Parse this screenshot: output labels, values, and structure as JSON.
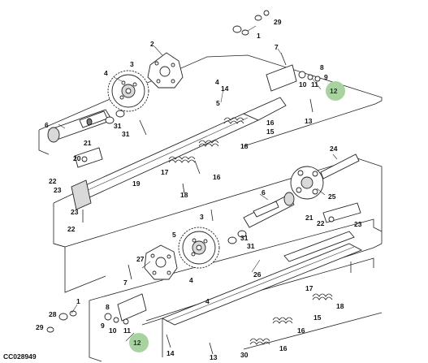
{
  "figure_id": "CC028949",
  "callout_label": "12",
  "colors": {
    "callout_fill": "#a8d3a0",
    "line": "#222222",
    "background": "#ffffff"
  },
  "labels": {
    "l29a": "29",
    "l1a": "1",
    "l2a": "2",
    "l7a": "7",
    "l8a": "8",
    "l9a": "9",
    "l10a": "10",
    "l11a": "11",
    "l13a": "13",
    "l3a": "3",
    "l4a": "4",
    "l4b": "4",
    "l14a": "14",
    "l5a": "5",
    "l6a": "6",
    "l31a": "31",
    "l31b": "31",
    "l16a": "16",
    "l15a": "15",
    "l18a": "18",
    "l21a": "21",
    "l20a": "20",
    "l22a": "22",
    "l23a": "23",
    "l17a": "17",
    "l16b": "16",
    "l18b": "18",
    "l19a": "19",
    "l23b": "23",
    "l22b": "22",
    "l24a": "24",
    "l25a": "25",
    "l6b": "6",
    "l21b": "21",
    "l22c": "22",
    "l23c": "23",
    "l3b": "3",
    "l5b": "5",
    "l31c": "31",
    "l31d": "31",
    "l27a": "27",
    "l4c": "4",
    "l26a": "26",
    "l4d": "4",
    "l17b": "17",
    "l18c": "18",
    "l15b": "15",
    "l28a": "28",
    "l1b": "1",
    "l29b": "29",
    "l8b": "8",
    "l7b": "7",
    "l9b": "9",
    "l10b": "10",
    "l11b": "11",
    "l14b": "14",
    "l13b": "13",
    "l30a": "30",
    "l16c": "16",
    "l16d": "16"
  }
}
